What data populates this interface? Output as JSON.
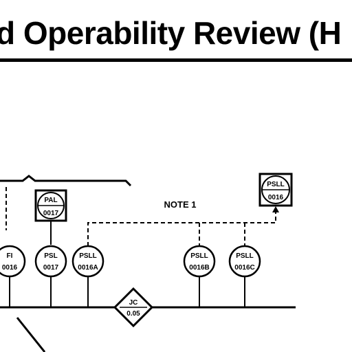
{
  "title": "d Operability Review (H",
  "note": "NOTE 1",
  "instruments": [
    {
      "id": "fi-0016",
      "line1": "FI",
      "line2": "0016"
    },
    {
      "id": "psl-0017",
      "line1": "PSL",
      "line2": "0017"
    },
    {
      "id": "psll-0016a",
      "line1": "PSLL",
      "line2": "0016A"
    },
    {
      "id": "psll-0016b",
      "line1": "PSLL",
      "line2": "0016B"
    },
    {
      "id": "psll-0016c",
      "line1": "PSLL",
      "line2": "0016C"
    }
  ],
  "displays": [
    {
      "id": "pal-0017",
      "line1": "PAL",
      "line2": "0017"
    },
    {
      "id": "psll-0016",
      "line1": "PSLL",
      "line2": "0016"
    }
  ],
  "junction": {
    "line1": "JC",
    "line2": "0.05"
  }
}
